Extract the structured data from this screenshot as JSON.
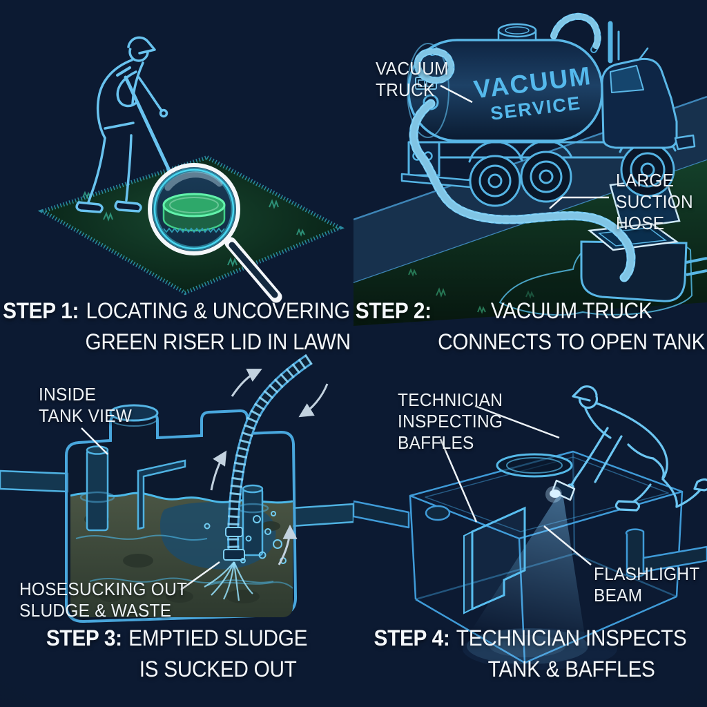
{
  "colors": {
    "background": "#0c1a32",
    "line_blue": "#4facdf",
    "bright_blue": "#7fd8fa",
    "label_white": "#eef3f7",
    "lid_green": "#35c57d",
    "lawn_green": "#12331f",
    "road_blue": "#17314d",
    "sludge_olive": "#46523f",
    "water_teal": "#1d4b68",
    "truck_text_blue": "#55b9ec"
  },
  "step1": {
    "prefix": "STEP 1:",
    "line1": "LOCATING & UNCOVERING",
    "line2": "GREEN RISER LID IN LAWN"
  },
  "step2": {
    "prefix": "STEP 2:",
    "line1": "VACUUM TRUCK",
    "line2": "CONNECTS TO OPEN TANK",
    "label_truck": [
      "VACUUM",
      "TRUCK"
    ],
    "label_hose": [
      "LARGE",
      "SUCTION",
      "HOSE"
    ],
    "tank_text": [
      "VACUUM",
      "SERVICE"
    ]
  },
  "step3": {
    "prefix": "STEP 3:",
    "line1": "EMPTIED SLUDGE",
    "line2": "IS SUCKED OUT",
    "label_inside": [
      "INSIDE",
      "TANK VIEW"
    ],
    "label_hose": [
      "HOSESUCKING OUT",
      "SLUDGE & WASTE"
    ]
  },
  "step4": {
    "prefix": "STEP 4:",
    "line1": "TECHNICIAN INSPECTS",
    "line2": "TANK & BAFFLES",
    "label_tech": [
      "TECHNICIAN",
      "INSPECTING",
      "BAFFLES"
    ],
    "label_beam": [
      "FLASHLIGHT",
      "BEAM"
    ]
  }
}
